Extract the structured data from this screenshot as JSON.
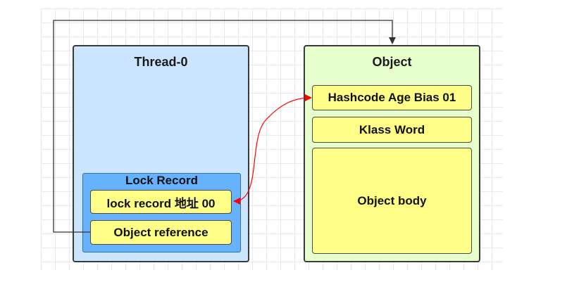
{
  "thread": {
    "title": "Thread-0",
    "lock_record": {
      "title": "Lock Record",
      "lock_record_field": "lock  record 地址 00",
      "object_reference_field": "Object reference"
    }
  },
  "object": {
    "title": "Object",
    "mark_word": "Hashcode Age Bias 01",
    "klass_word": "Klass Word",
    "object_body": "Object body"
  },
  "colors": {
    "thread_fill": "#cce5ff",
    "lock_record_fill": "#66b2ff",
    "object_fill": "#e6ffcc",
    "field_fill": "#ffff88",
    "exchange_arrow": "#ff0000",
    "reference_arrow": "#333333"
  }
}
